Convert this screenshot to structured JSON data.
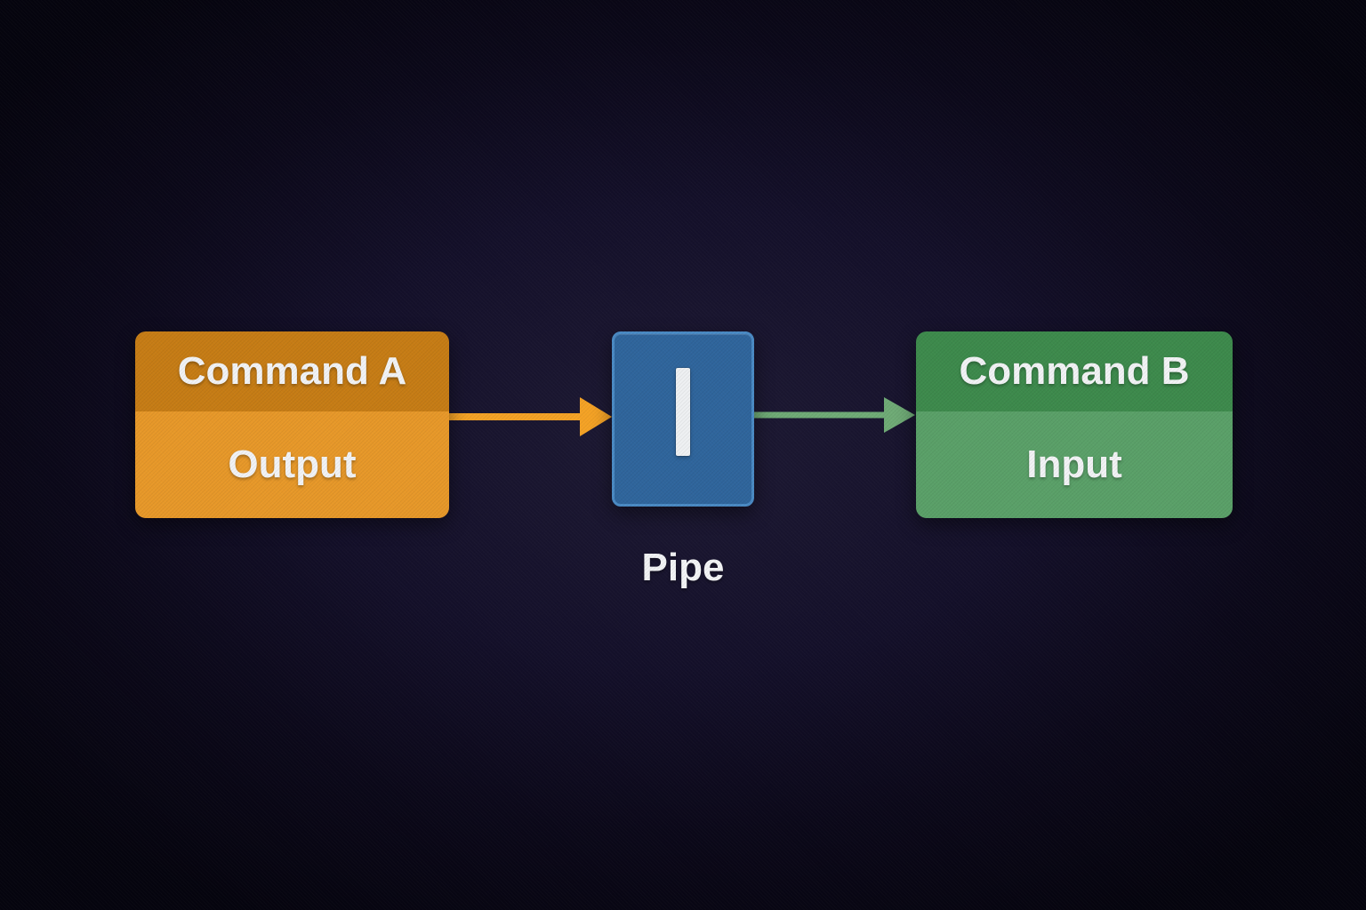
{
  "colors": {
    "background_center": "#1e1a34",
    "background_edge": "#05040e",
    "command_a_header": "#c67c15",
    "command_a_body": "#e79829",
    "command_b_header": "#3d8a4c",
    "command_b_body": "#5aa068",
    "pipe_fill": "#2f659c",
    "pipe_border": "#4a8ac4",
    "pipe_symbol": "#eef0f2",
    "arrow_orange": "#f4a225",
    "arrow_green": "#6fab76",
    "text": "#f2f3f5"
  },
  "diagram": {
    "command_a": {
      "title": "Command A",
      "subtitle": "Output"
    },
    "pipe": {
      "symbol": "|",
      "label": "Pipe"
    },
    "command_b": {
      "title": "Command B",
      "subtitle": "Input"
    }
  }
}
